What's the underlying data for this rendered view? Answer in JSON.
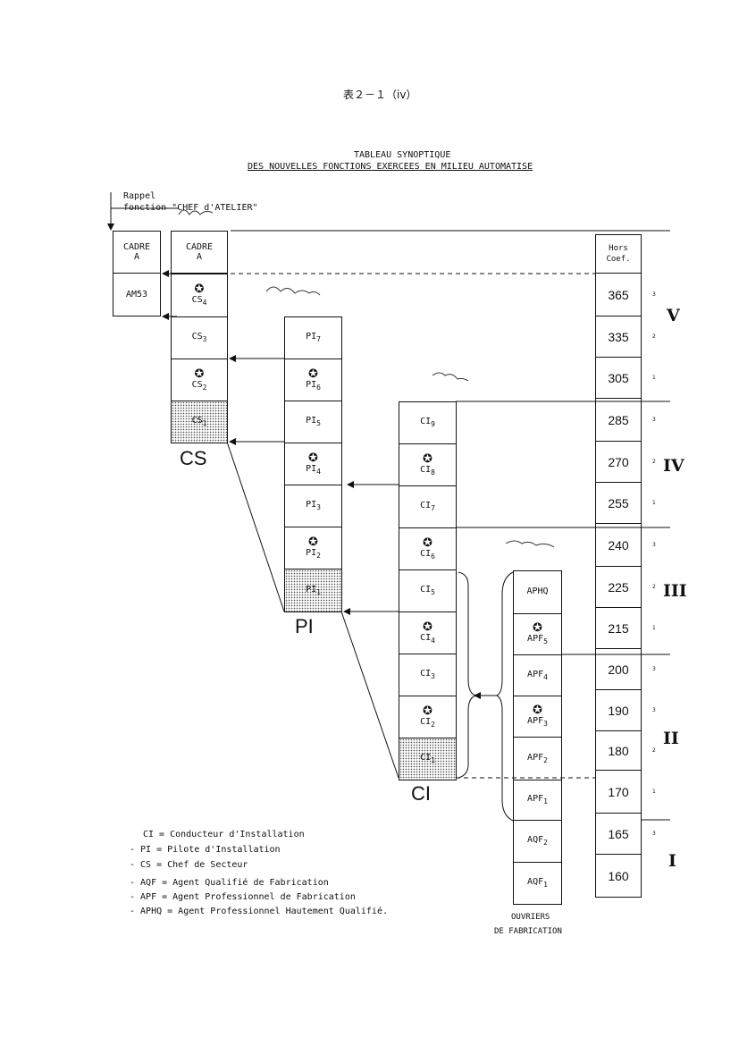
{
  "header": {
    "table_number": "表２－１（iv）"
  },
  "title": {
    "line1": "TABLEAU SYNOPTIQUE",
    "line2": "DES NOUVELLES FONCTIONS EXERCEES EN MILIEU AUTOMATISE"
  },
  "rappel": {
    "line1": "Rappel",
    "line2": "fonction \"CHEF d'ATELIER\""
  },
  "rappel_col": {
    "cadre": [
      "CADRE",
      "A"
    ],
    "am": "AM53"
  },
  "cs_col": {
    "cadre": [
      "CADRE",
      "A"
    ],
    "cells": [
      {
        "label": "CS",
        "sub": "4",
        "star": true
      },
      {
        "label": "CS",
        "sub": "3",
        "star": false
      },
      {
        "label": "CS",
        "sub": "2",
        "star": true
      },
      {
        "label": "CS",
        "sub": "1",
        "star": false,
        "dotted": true
      }
    ],
    "group": "CS"
  },
  "pi_col": {
    "cells": [
      {
        "label": "PI",
        "sub": "7",
        "star": false
      },
      {
        "label": "PI",
        "sub": "6",
        "star": true
      },
      {
        "label": "PI",
        "sub": "5",
        "star": false
      },
      {
        "label": "PI",
        "sub": "4",
        "star": true
      },
      {
        "label": "PI",
        "sub": "3",
        "star": false
      },
      {
        "label": "PI",
        "sub": "2",
        "star": true
      },
      {
        "label": "PI",
        "sub": "1",
        "star": false,
        "dotted": true
      }
    ],
    "group": "PI"
  },
  "ci_col": {
    "cells": [
      {
        "label": "CI",
        "sub": "9",
        "star": false
      },
      {
        "label": "CI",
        "sub": "8",
        "star": true
      },
      {
        "label": "CI",
        "sub": "7",
        "star": false
      },
      {
        "label": "CI",
        "sub": "6",
        "star": true
      },
      {
        "label": "CI",
        "sub": "5",
        "star": false
      },
      {
        "label": "CI",
        "sub": "4",
        "star": true
      },
      {
        "label": "CI",
        "sub": "3",
        "star": false
      },
      {
        "label": "CI",
        "sub": "2",
        "star": true
      },
      {
        "label": "CI",
        "sub": "1",
        "star": false,
        "dotted": true
      }
    ],
    "group": "CI"
  },
  "ouvriers_col": {
    "cells": [
      {
        "label": "APHQ",
        "sub": "",
        "star": false
      },
      {
        "label": "APF",
        "sub": "5",
        "star": true
      },
      {
        "label": "APF",
        "sub": "4",
        "star": false
      },
      {
        "label": "APF",
        "sub": "3",
        "star": true
      },
      {
        "label": "APF",
        "sub": "2",
        "star": false
      },
      {
        "label": "APF",
        "sub": "1",
        "star": false
      },
      {
        "label": "AQF",
        "sub": "2",
        "star": false
      },
      {
        "label": "AQF",
        "sub": "1",
        "star": false
      }
    ],
    "caption": [
      "OUVRIERS",
      "DE FABRICATION"
    ]
  },
  "coef_col": {
    "header": [
      "Hors",
      "Coef."
    ],
    "values": [
      "365",
      "335",
      "305",
      "285",
      "270",
      "255",
      "240",
      "225",
      "215",
      "200",
      "190",
      "180",
      "170",
      "165",
      "160"
    ],
    "ranks": [
      "3",
      "2",
      "1",
      "3",
      "2",
      "1",
      "3",
      "2",
      "1",
      "3",
      "3",
      "2",
      "1",
      "3",
      ""
    ]
  },
  "levels": [
    "V",
    "IV",
    "III",
    "II",
    "I"
  ],
  "star_glyph": "✪",
  "legend": [
    "CI   = Conducteur d'Installation",
    "- PI   = Pilote d'Installation",
    "- CS   = Chef de Secteur",
    "- AQF  = Agent Qualifié de Fabrication",
    "- APF  = Agent Professionnel de Fabrication",
    "- APHQ = Agent Professionnel Hautement Qualifié."
  ]
}
